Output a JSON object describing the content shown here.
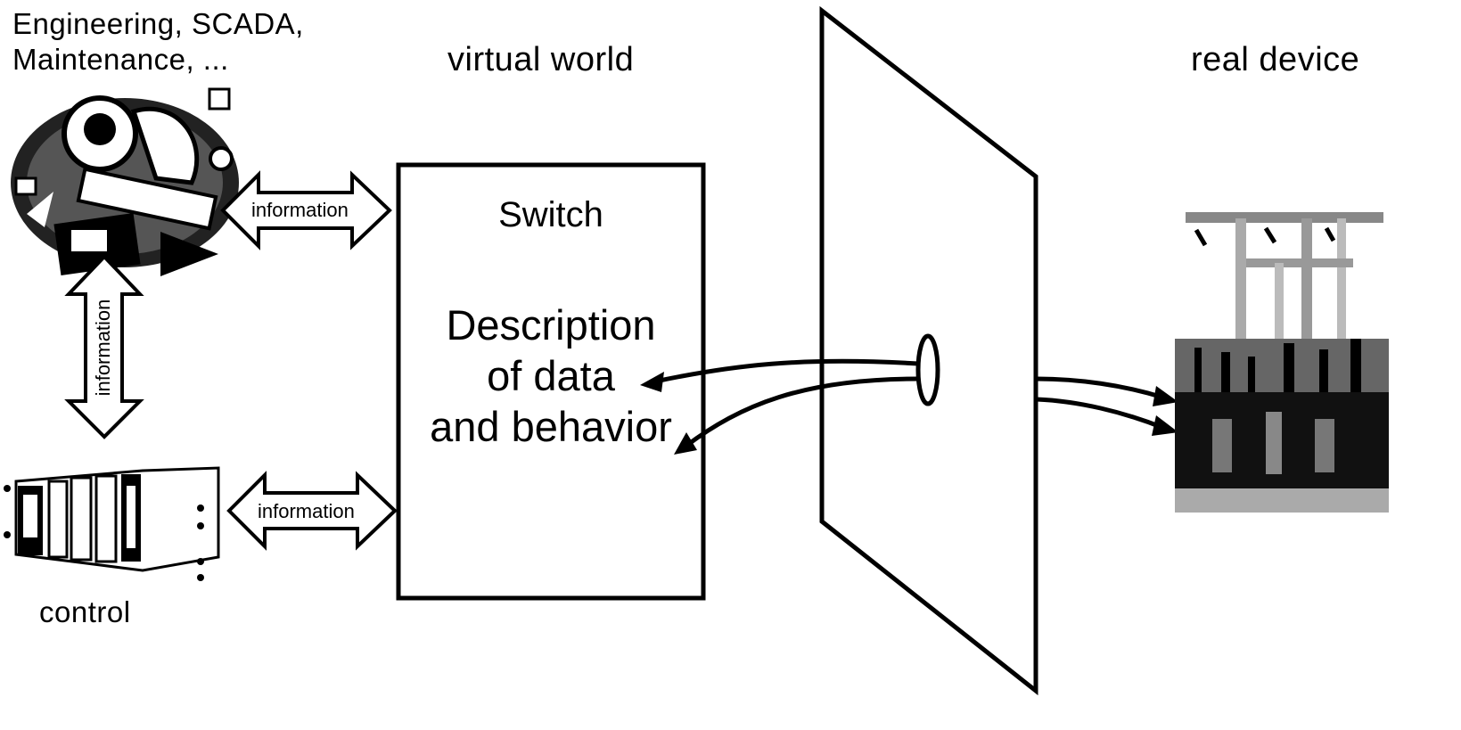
{
  "labels": {
    "engineering_line1": "Engineering, SCADA,",
    "engineering_line2": "Maintenance, ...",
    "virtual_world": "virtual world",
    "real_device": "real device",
    "control": "control"
  },
  "switch_box": {
    "title": "Switch",
    "desc_line1": "Description",
    "desc_line2": "of data",
    "desc_line3": "and behavior"
  },
  "arrows": {
    "top_horizontal": "information",
    "vertical": "information",
    "bottom_horizontal": "information"
  },
  "icons": {
    "people_cluster": "people-cluster-icon",
    "controller_rack": "controller-rack-icon",
    "substation": "substation-icon"
  }
}
